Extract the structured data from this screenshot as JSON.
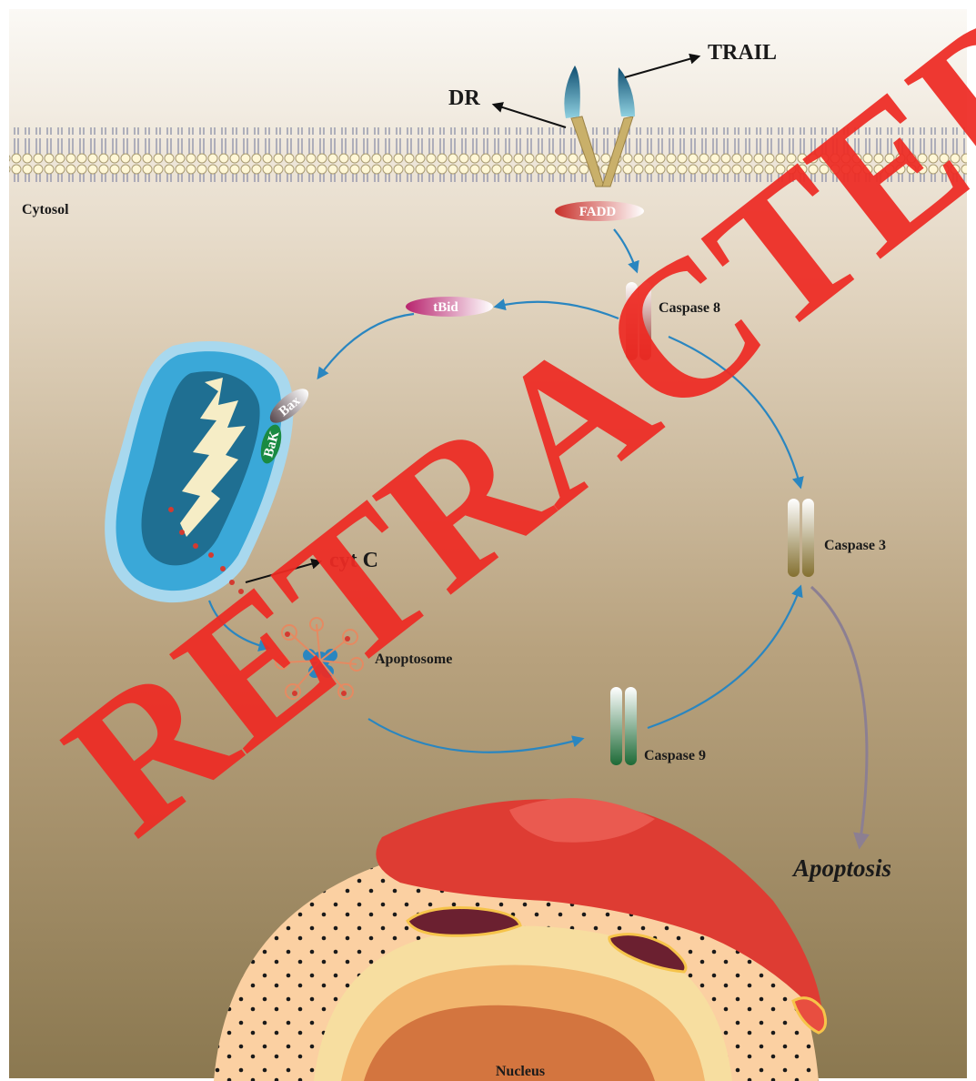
{
  "labels": {
    "trail": "TRAIL",
    "dr": "DR",
    "cytosol": "Cytosol",
    "fadd": "FADD",
    "caspase8": "Caspase 8",
    "tbid": "tBid",
    "bax": "Bax",
    "bak": "BaK",
    "cytc": "cyt C",
    "caspase3": "Caspase 3",
    "apoptosome": "Apoptosome",
    "caspase9": "Caspase 9",
    "apoptosis": "Apoptosis",
    "nucleus": "Nucleus"
  },
  "watermark": "RETRACTED",
  "colors": {
    "cytosol_top": "#f7f3ec",
    "cytosol_bottom": "#8a7650",
    "arrow_blue": "#2a86c0",
    "arrow_purple": "#8c7f92",
    "watermark_red": "#ee2b24",
    "mitochondria": "#3aa8d8",
    "nucleus_red": "#e0453a",
    "caspase8": "#8f2a22",
    "caspase3": "#8a7a3a",
    "caspase9": "#1f6b3a"
  }
}
